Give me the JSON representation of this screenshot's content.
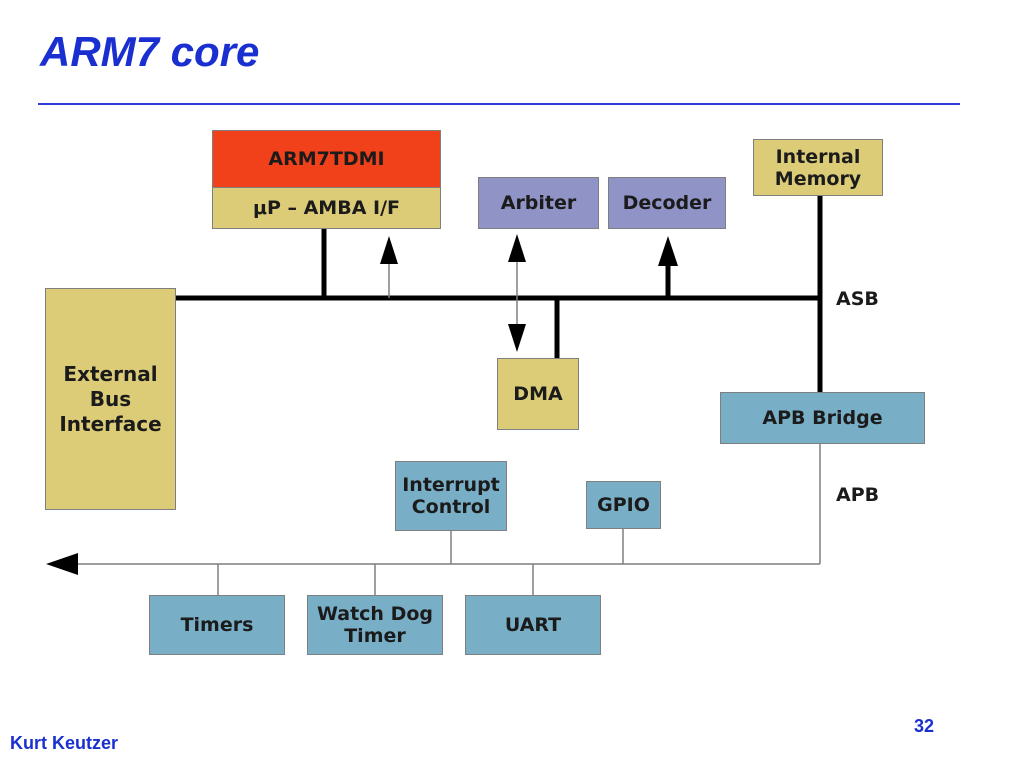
{
  "slide": {
    "title": "ARM7 core",
    "author": "Kurt Keutzer",
    "page_number": "32"
  },
  "diagram": {
    "blocks": {
      "arm7tdmi": "ARM7TDMI",
      "amba_if": "μP – AMBA I/F",
      "arbiter": "Arbiter",
      "decoder": "Decoder",
      "internal_memory": "Internal\nMemory",
      "external_bus_interface": "External\nBus\nInterface",
      "dma": "DMA",
      "apb_bridge": "APB Bridge",
      "interrupt_control": "Interrupt\nControl",
      "gpio": "GPIO",
      "timers": "Timers",
      "watch_dog_timer": "Watch Dog\nTimer",
      "uart": "UART"
    },
    "buses": {
      "asb": "ASB",
      "apb": "APB"
    },
    "colors": {
      "title": "#1a2fd0",
      "processor_core": "#f0411a",
      "asb_peripherals": "#ddcc77",
      "bus_control": "#8f93c6",
      "apb_peripherals": "#79afc6"
    }
  }
}
